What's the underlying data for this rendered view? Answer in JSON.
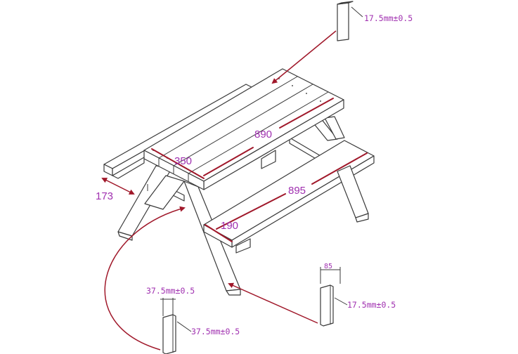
{
  "dimensions": {
    "table_length": "890",
    "table_width": "350",
    "bench_length": "895",
    "bench_width": "190",
    "bench_width_left": "173",
    "leg_width": "85"
  },
  "specs": {
    "board_top": "17.5mm±0.5",
    "leg_side_a": "37.5mm±0.5",
    "leg_side_b": "37.5mm±0.5",
    "bench_board": "17.5mm±0.5"
  },
  "colors": {
    "dimension_line": "#a0182a",
    "dimension_text": "#a030b0",
    "outline": "#3a3a3a"
  }
}
